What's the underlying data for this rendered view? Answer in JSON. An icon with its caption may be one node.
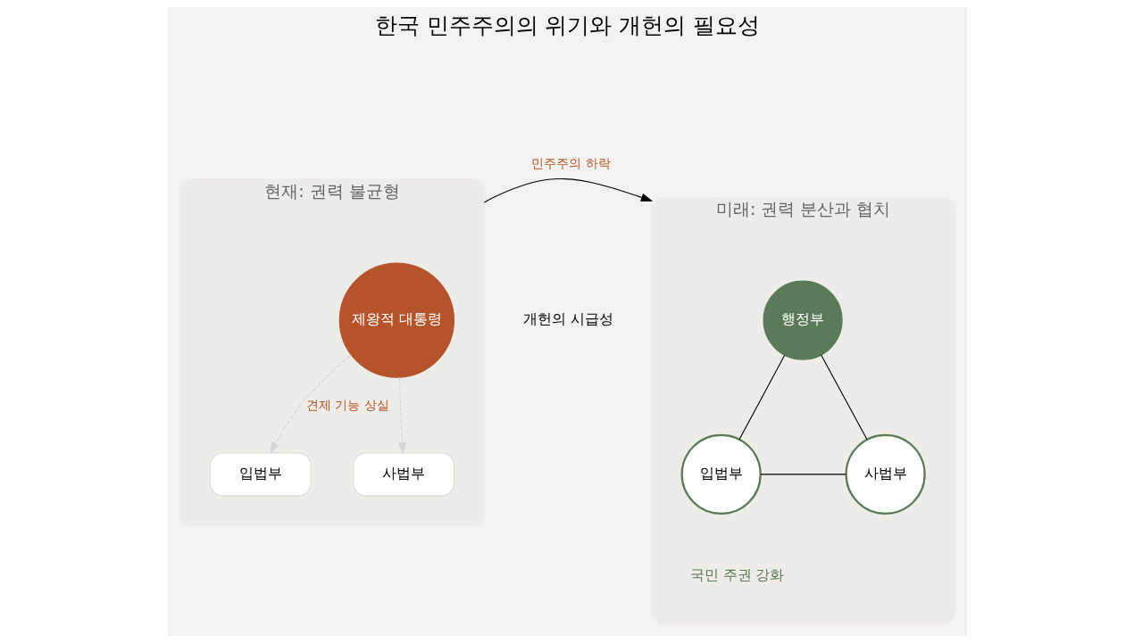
{
  "diagram": {
    "title": "한국 민주주의의 위기와 개헌의 필요성",
    "nodes": [
      {
        "text": [
          "현재: 권력 불균형"
        ]
      },
      {
        "text": [
          "제왕적 대통령"
        ],
        "in": 0
      },
      {
        "text": [
          "입법부"
        ],
        "in": 0
      },
      {
        "text": [
          "사법부"
        ],
        "in": 0
      },
      {
        "text": [
          "미래: 권력 분산과 협치"
        ]
      },
      {
        "text": [
          "행정부"
        ],
        "in": 4
      },
      {
        "text": [
          "입법부"
        ],
        "in": 4
      },
      {
        "text": [
          "사법부"
        ],
        "in": 4
      }
    ],
    "edges": [
      {
        "from": 1,
        "to": 2,
        "arrow": "to",
        "style": "dashed",
        "color": "#d6d6d6",
        "label": "견제 기능 상실"
      },
      {
        "from": 1,
        "to": 3,
        "arrow": "to",
        "style": "dashed",
        "color": "#d6d6d6"
      },
      {
        "from": 0,
        "to": 4,
        "arrow": "to",
        "label": "민주주의 하락"
      },
      {
        "from": 5,
        "to": 6,
        "arrow": "none"
      },
      {
        "from": 5,
        "to": 7,
        "arrow": "none"
      },
      {
        "from": 6,
        "to": 7,
        "arrow": "none"
      }
    ],
    "labels": [
      "개헌의 시급성",
      "국민 주권 강화"
    ]
  }
}
